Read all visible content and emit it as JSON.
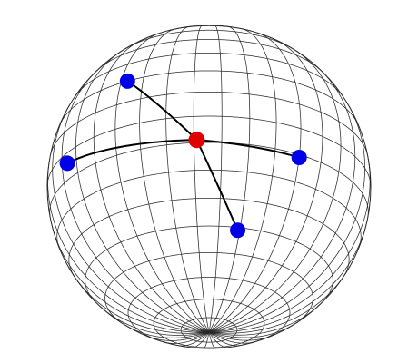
{
  "colors": {
    "background": "#ffffff",
    "grid_line": "#2a2a2a",
    "edge": "#000000",
    "center_node": "#e00000",
    "outer_node": "#0000e6"
  },
  "diagram": {
    "shape": "sphere-wireframe",
    "grid": true,
    "nodes": [
      {
        "id": "center",
        "role": "center",
        "color": "red"
      },
      {
        "id": "n1",
        "role": "outer",
        "color": "blue"
      },
      {
        "id": "n2",
        "role": "outer",
        "color": "blue"
      },
      {
        "id": "n3",
        "role": "outer",
        "color": "blue"
      },
      {
        "id": "n4",
        "role": "outer",
        "color": "blue"
      }
    ],
    "edges": [
      {
        "from": "center",
        "to": "n1"
      },
      {
        "from": "center",
        "to": "n2"
      },
      {
        "from": "center",
        "to": "n3"
      },
      {
        "from": "center",
        "to": "n4"
      }
    ]
  }
}
